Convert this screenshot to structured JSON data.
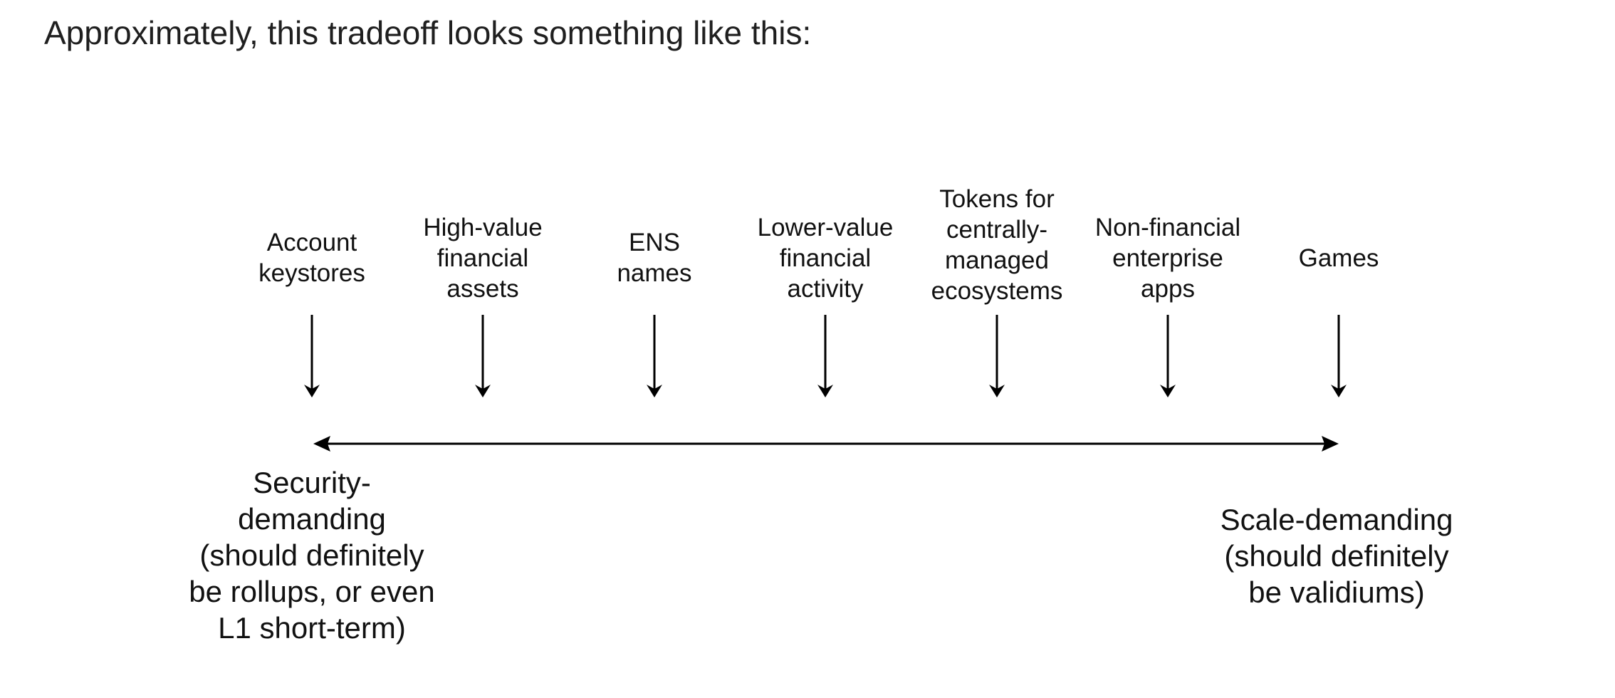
{
  "intro_text": "Approximately, this tradeoff looks something like this:",
  "categories": [
    "Account\nkeystores",
    "High-value\nfinancial\nassets",
    "ENS\nnames",
    "Lower-value\nfinancial\nactivity",
    "Tokens for\ncentrally-\nmanaged\necosystems",
    "Non-financial\nenterprise\napps",
    "Games"
  ],
  "left_end_label": "Security-\ndemanding\n(should definitely\nbe rollups, or even\nL1 short-term)",
  "right_end_label": "Scale-demanding\n(should definitely\nbe validiums)",
  "colors": {
    "text": "#111111",
    "intro_text": "#1f1f1f",
    "line": "#000000"
  }
}
